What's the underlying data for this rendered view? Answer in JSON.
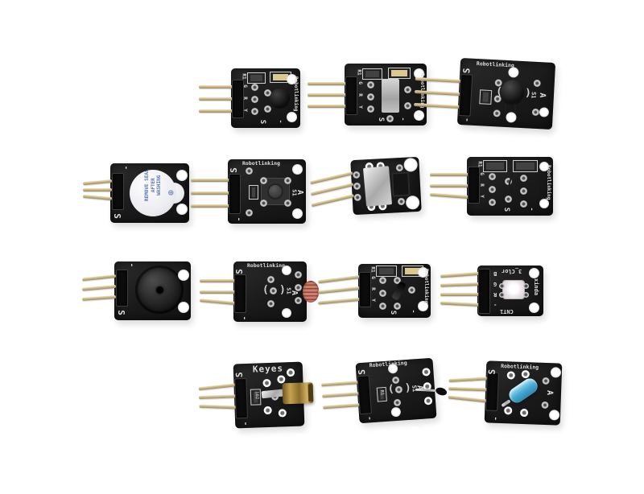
{
  "scene": {
    "background": "#ffffff",
    "description": "14 Arduino-style sensor breakout modules arranged in four rows on a white background"
  },
  "palette": {
    "pcb": "#1c1c1c",
    "pin_gold": "#cbb88a",
    "silkscreen": "#dedede",
    "hole": "#ffffff",
    "pad": "#8e8e8e",
    "buzzer_body": "#f0f0f4",
    "buzzer_text": "#5b74b4",
    "ldr": "#cc8070",
    "laser_brass": "#c5a24e",
    "tilt_switch": "#45a8d2",
    "rgb_led": "#ecdfe8"
  },
  "modules": [
    {
      "type": "ir-phototransistor-module",
      "brand": "Robotlinking",
      "r1": "R1",
      "pins": [
        "G",
        "R",
        "Y"
      ],
      "s": "S",
      "minus": "-"
    },
    {
      "type": "photo-emitter-module",
      "brand": "Robotlinking",
      "r1": "R1",
      "pins": [
        "G",
        "R",
        "Y"
      ],
      "s": "S",
      "minus": "-"
    },
    {
      "type": "ir-receiver-module",
      "brand": "Robotlinking",
      "s": "S",
      "a": "A",
      "s1": "S1",
      "minus": "-"
    },
    {
      "type": "active-buzzer-module",
      "sticker_text": "REMOVE SEAL AFTER WASHING",
      "sticker_symbol": "⊕",
      "s": "S",
      "minus": "-"
    },
    {
      "type": "push-button-module",
      "brand": "Robotlinking",
      "s": "S",
      "a": "A",
      "s1": "S1",
      "minus": "-"
    },
    {
      "type": "photo-interrupter-module"
    },
    {
      "type": "temperature-sensor-module",
      "brand": "Robotlinking",
      "r1": "R1",
      "pins": [
        "G",
        "R",
        "Y"
      ],
      "s": "S",
      "minus": "-"
    },
    {
      "type": "passive-buzzer-module",
      "s": "S",
      "minus": "-"
    },
    {
      "type": "photoresistor-module",
      "brand": "Robotlinking",
      "s": "S",
      "a": "A",
      "s1": "S1",
      "minus": "-"
    },
    {
      "type": "ir-emitter-module",
      "brand": "Robotlinking",
      "r1": "R1",
      "pins": [
        "G",
        "R",
        "Y"
      ],
      "s": "S",
      "minus": "-"
    },
    {
      "type": "rgb-smd-led-module",
      "brand": "xinda",
      "title": "3_Clor",
      "bottom": "CNT1",
      "pins": [
        "B",
        "G",
        "R",
        "-"
      ]
    },
    {
      "type": "laser-module",
      "brand": "Keyes",
      "r_label": "102",
      "s": "S",
      "minus": "-"
    },
    {
      "type": "thermistor-module",
      "brand": "Robotlinking",
      "r1": "R1",
      "s": "S",
      "a": "A",
      "s1": "S1",
      "minus": "-"
    },
    {
      "type": "tilt-switch-module",
      "brand": "Robotlinking",
      "s": "S",
      "a": "A",
      "minus": "-"
    }
  ]
}
